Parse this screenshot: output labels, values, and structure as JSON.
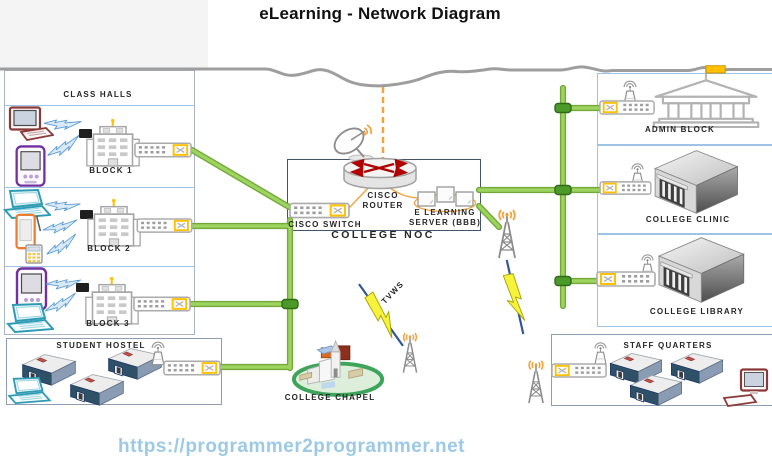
{
  "title": "eLearning - Network Diagram",
  "footer_url": "https://programmer2programmer.net",
  "class_halls": {
    "label": "CLASS HALLS",
    "blocks": [
      {
        "label": "BLOCK 1"
      },
      {
        "label": "BLOCK 2"
      },
      {
        "label": "BLOCK 3"
      }
    ]
  },
  "student_hostel": {
    "label": "STUDENT HOSTEL"
  },
  "noc": {
    "label": "COLLEGE NOC",
    "router": "CISCO ROUTER",
    "switch": "CISCO SWITCH",
    "server": "E LEARNING SERVER (BBB)"
  },
  "chapel": {
    "label": "COLLEGE CHAPEL"
  },
  "links": {
    "tvws": "TVWS"
  },
  "admin_block": {
    "label": "ADMIN BLOCK"
  },
  "college_clinic": {
    "label": "COLLEGE CLINIC"
  },
  "college_library": {
    "label": "COLLEGE LIBRARY"
  },
  "staff_quarters": {
    "label": "STAFF QUARTERS"
  },
  "connections": [
    "BLOCK 1 switch - CISCO SWITCH (wired)",
    "BLOCK 2 switch - CISCO SWITCH (wired)",
    "BLOCK 3 switch - CISCO SWITCH (wired)",
    "STUDENT HOSTEL switch - CISCO SWITCH (wired)",
    "COLLEGE NOC - ADMIN BLOCK (wired trunk)",
    "COLLEGE NOC - COLLEGE CLINIC (wired trunk)",
    "COLLEGE NOC - COLLEGE LIBRARY (wired trunk)",
    "COLLEGE NOC - radio tower (wired)",
    "Radio tower - STAFF QUARTERS tower (wireless bolt)",
    "COLLEGE CHAPEL tower - TVWS wireless link",
    "Internet cloud - CISCO ROUTER (dashed satellite backbone)"
  ],
  "colors": {
    "link_green": "#8CC540",
    "link_green_dark": "#74A93A",
    "junction_green": "#4C9A2A",
    "backbone_dash_orange": "#F2A33C",
    "box_border_blue": "#9DC3E6",
    "noc_box_border": "#44546A",
    "title_black": "#111111",
    "label_gray": "#262626",
    "url_blue": "#9CC9E6",
    "accent_yellow": "#FFC000",
    "bolt_yellow": "#F7F23B",
    "bolt_blue": "#5B9BD5"
  },
  "icons": {
    "internet-cloud-icon": "cloud bottom arc",
    "satellite-dish-icon": "dish with orange signal",
    "router-icon": "cisco router cylinder with red arrows",
    "network-switch-icon": "rack switch with ports and yellow uplink port",
    "server-stack-icon": "three server boxes in orange oval",
    "radio-tower-icon": "lattice mast with orange radio waves",
    "wireless-ap-icon": "antenna cone with signal arcs",
    "wireless-link-bolt-icon": "lightning bolt over link line",
    "school-building-icon": "block building with yellow antenna",
    "house-icon": "blue 3D hostel house",
    "classical-building-icon": "columned building with yellow flag",
    "office-building-3d-icon": "gray 3D building with portico",
    "chapel-icon": "chapel on green lawn",
    "desktop-computer-icon": "CRT desktop computer",
    "laptop-icon": "teal laptop",
    "pda-icon": "purple handheld PDA",
    "tablet-icon": "orange tablet with stylus",
    "calculator-icon": "small calculator",
    "wireless-receiver-icon": "black wall receiver"
  }
}
